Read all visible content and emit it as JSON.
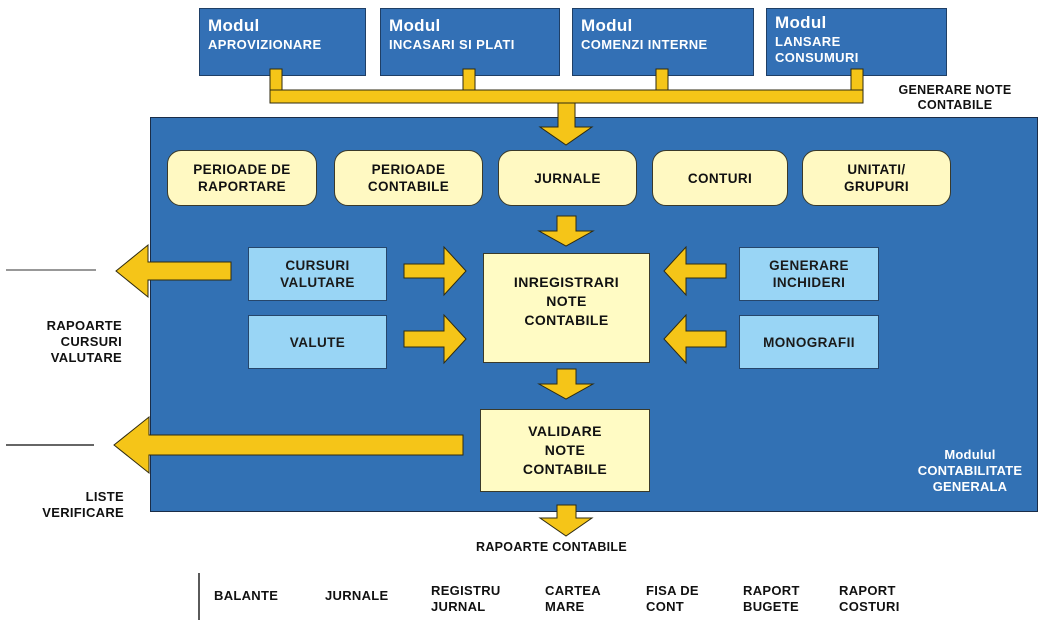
{
  "diagram": {
    "top_modules": [
      {
        "title": "Modul",
        "name": "APROVIZIONARE"
      },
      {
        "title": "Modul",
        "name": "INCASARI SI PLATI"
      },
      {
        "title": "Modul",
        "name": "COMENZI INTERNE"
      },
      {
        "title": "Modul",
        "name": "LANSARE\nCONSUMURI"
      }
    ],
    "generare_note_label": "GENERARE NOTE\nCONTABILE",
    "config_boxes": [
      {
        "label": "PERIOADE DE\nRAPORTARE"
      },
      {
        "label": "PERIOADE\nCONTABILE"
      },
      {
        "label": "JURNALE"
      },
      {
        "label": "CONTURI"
      },
      {
        "label": "UNITATI/\nGRUPURI"
      }
    ],
    "left_inputs": [
      {
        "label": "CURSURI\nVALUTARE"
      },
      {
        "label": "VALUTE"
      }
    ],
    "right_inputs": [
      {
        "label": "GENERARE\nINCHIDERI"
      },
      {
        "label": "MONOGRAFII"
      }
    ],
    "central_box": "INREGISTRARI\nNOTE\nCONTABILE",
    "validation_box": "VALIDARE\nNOTE\nCONTABILE",
    "module_label": "Modulul\nCONTABILITATE\nGENERALA",
    "output_cursuri": "RAPOARTE\nCURSURI\nVALUTARE",
    "output_liste": "LISTE\nVERIFICARE",
    "output_rapoarte": "RAPOARTE CONTABILE",
    "reports": [
      {
        "label": "BALANTE"
      },
      {
        "label": "JURNALE"
      },
      {
        "label": "REGISTRU\nJURNAL"
      },
      {
        "label": "CARTEA\nMARE"
      },
      {
        "label": "FISA DE\nCONT"
      },
      {
        "label": "RAPORT\nBUGETE"
      },
      {
        "label": "RAPORT\nCOSTURI"
      }
    ],
    "colors": {
      "module_blue": "#3370b5",
      "panel_blue": "#3271b4",
      "arrow_yellow": "#f5c518",
      "config_yellow": "#fff9c2",
      "input_light_blue": "#99d5f5"
    }
  }
}
